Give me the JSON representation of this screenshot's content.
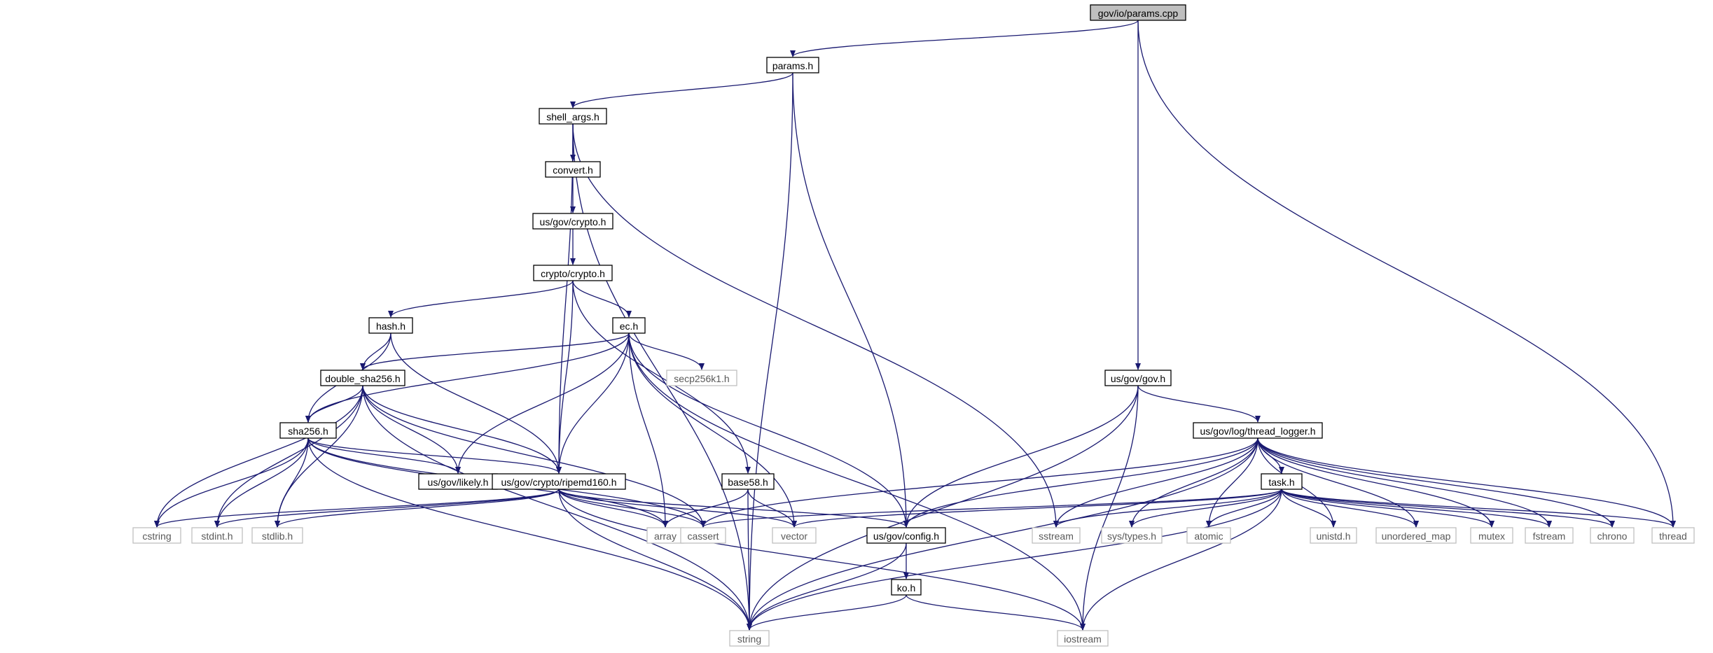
{
  "graph": {
    "nodes": [
      {
        "id": "params_cpp",
        "label": "gov/io/params.cpp",
        "style": "root"
      },
      {
        "id": "params_h",
        "label": "params.h",
        "style": "doc"
      },
      {
        "id": "shell_args_h",
        "label": "shell_args.h",
        "style": "doc"
      },
      {
        "id": "convert_h",
        "label": "convert.h",
        "style": "doc"
      },
      {
        "id": "usgov_crypto_h",
        "label": "us/gov/crypto.h",
        "style": "doc"
      },
      {
        "id": "crypto_crypto_h",
        "label": "crypto/crypto.h",
        "style": "doc"
      },
      {
        "id": "hash_h",
        "label": "hash.h",
        "style": "doc"
      },
      {
        "id": "ec_h",
        "label": "ec.h",
        "style": "doc"
      },
      {
        "id": "secp256k1_h",
        "label": "secp256k1.h",
        "style": "ext"
      },
      {
        "id": "double_sha256_h",
        "label": "double_sha256.h",
        "style": "doc"
      },
      {
        "id": "sha256_h",
        "label": "sha256.h",
        "style": "doc"
      },
      {
        "id": "likely_h",
        "label": "us/gov/likely.h",
        "style": "doc"
      },
      {
        "id": "ripemd160_h",
        "label": "us/gov/crypto/ripemd160.h",
        "style": "doc"
      },
      {
        "id": "base58_h",
        "label": "base58.h",
        "style": "doc"
      },
      {
        "id": "cstring",
        "label": "cstring",
        "style": "ext"
      },
      {
        "id": "stdint_h",
        "label": "stdint.h",
        "style": "ext"
      },
      {
        "id": "stdlib_h",
        "label": "stdlib.h",
        "style": "ext"
      },
      {
        "id": "array",
        "label": "array",
        "style": "ext"
      },
      {
        "id": "cassert",
        "label": "cassert",
        "style": "ext"
      },
      {
        "id": "vector",
        "label": "vector",
        "style": "ext"
      },
      {
        "id": "config_h",
        "label": "us/gov/config.h",
        "style": "doc"
      },
      {
        "id": "ko_h",
        "label": "ko.h",
        "style": "doc"
      },
      {
        "id": "string",
        "label": "string",
        "style": "ext"
      },
      {
        "id": "iostream",
        "label": "iostream",
        "style": "ext"
      },
      {
        "id": "gov_h",
        "label": "us/gov/gov.h",
        "style": "doc"
      },
      {
        "id": "thread_logger_h",
        "label": "us/gov/log/thread_logger.h",
        "style": "doc"
      },
      {
        "id": "task_h",
        "label": "task.h",
        "style": "doc"
      },
      {
        "id": "sstream",
        "label": "sstream",
        "style": "ext"
      },
      {
        "id": "sys_types_h",
        "label": "sys/types.h",
        "style": "ext"
      },
      {
        "id": "atomic",
        "label": "atomic",
        "style": "ext"
      },
      {
        "id": "unistd_h",
        "label": "unistd.h",
        "style": "ext"
      },
      {
        "id": "unordered_map",
        "label": "unordered_map",
        "style": "ext"
      },
      {
        "id": "mutex",
        "label": "mutex",
        "style": "ext"
      },
      {
        "id": "fstream",
        "label": "fstream",
        "style": "ext"
      },
      {
        "id": "chrono",
        "label": "chrono",
        "style": "ext"
      },
      {
        "id": "thread",
        "label": "thread",
        "style": "ext"
      }
    ],
    "edges": [
      [
        "params_cpp",
        "params_h"
      ],
      [
        "params_cpp",
        "gov_h"
      ],
      [
        "params_cpp",
        "thread"
      ],
      [
        "params_h",
        "shell_args_h"
      ],
      [
        "params_h",
        "string"
      ],
      [
        "params_h",
        "config_h"
      ],
      [
        "shell_args_h",
        "convert_h"
      ],
      [
        "shell_args_h",
        "string"
      ],
      [
        "shell_args_h",
        "sstream"
      ],
      [
        "shell_args_h",
        "ripemd160_h"
      ],
      [
        "convert_h",
        "usgov_crypto_h"
      ],
      [
        "usgov_crypto_h",
        "crypto_crypto_h"
      ],
      [
        "crypto_crypto_h",
        "hash_h"
      ],
      [
        "crypto_crypto_h",
        "ec_h"
      ],
      [
        "crypto_crypto_h",
        "ripemd160_h"
      ],
      [
        "crypto_crypto_h",
        "base58_h"
      ],
      [
        "hash_h",
        "double_sha256_h"
      ],
      [
        "hash_h",
        "sha256_h"
      ],
      [
        "hash_h",
        "ripemd160_h"
      ],
      [
        "ec_h",
        "secp256k1_h"
      ],
      [
        "ec_h",
        "double_sha256_h"
      ],
      [
        "ec_h",
        "sha256_h"
      ],
      [
        "ec_h",
        "likely_h"
      ],
      [
        "ec_h",
        "ripemd160_h"
      ],
      [
        "ec_h",
        "array"
      ],
      [
        "ec_h",
        "vector"
      ],
      [
        "ec_h",
        "config_h"
      ],
      [
        "ec_h",
        "iostream"
      ],
      [
        "double_sha256_h",
        "sha256_h"
      ],
      [
        "double_sha256_h",
        "likely_h"
      ],
      [
        "double_sha256_h",
        "ripemd160_h"
      ],
      [
        "double_sha256_h",
        "cstring"
      ],
      [
        "double_sha256_h",
        "stdint_h"
      ],
      [
        "double_sha256_h",
        "stdlib_h"
      ],
      [
        "double_sha256_h",
        "cassert"
      ],
      [
        "double_sha256_h",
        "string"
      ],
      [
        "sha256_h",
        "likely_h"
      ],
      [
        "sha256_h",
        "ripemd160_h"
      ],
      [
        "sha256_h",
        "cstring"
      ],
      [
        "sha256_h",
        "stdint_h"
      ],
      [
        "sha256_h",
        "stdlib_h"
      ],
      [
        "sha256_h",
        "array"
      ],
      [
        "sha256_h",
        "cassert"
      ],
      [
        "sha256_h",
        "string"
      ],
      [
        "ripemd160_h",
        "cstring"
      ],
      [
        "ripemd160_h",
        "stdint_h"
      ],
      [
        "ripemd160_h",
        "stdlib_h"
      ],
      [
        "ripemd160_h",
        "array"
      ],
      [
        "ripemd160_h",
        "cassert"
      ],
      [
        "ripemd160_h",
        "vector"
      ],
      [
        "ripemd160_h",
        "config_h"
      ],
      [
        "ripemd160_h",
        "string"
      ],
      [
        "ripemd160_h",
        "iostream"
      ],
      [
        "base58_h",
        "array"
      ],
      [
        "base58_h",
        "vector"
      ],
      [
        "base58_h",
        "string"
      ],
      [
        "config_h",
        "ko_h"
      ],
      [
        "config_h",
        "string"
      ],
      [
        "ko_h",
        "string"
      ],
      [
        "ko_h",
        "iostream"
      ],
      [
        "gov_h",
        "thread_logger_h"
      ],
      [
        "gov_h",
        "config_h"
      ],
      [
        "gov_h",
        "string"
      ],
      [
        "gov_h",
        "iostream"
      ],
      [
        "thread_logger_h",
        "task_h"
      ],
      [
        "thread_logger_h",
        "cassert"
      ],
      [
        "thread_logger_h",
        "config_h"
      ],
      [
        "thread_logger_h",
        "string"
      ],
      [
        "thread_logger_h",
        "sstream"
      ],
      [
        "thread_logger_h",
        "sys_types_h"
      ],
      [
        "thread_logger_h",
        "atomic"
      ],
      [
        "thread_logger_h",
        "unistd_h"
      ],
      [
        "thread_logger_h",
        "unordered_map"
      ],
      [
        "thread_logger_h",
        "mutex"
      ],
      [
        "thread_logger_h",
        "fstream"
      ],
      [
        "thread_logger_h",
        "chrono"
      ],
      [
        "thread_logger_h",
        "thread"
      ],
      [
        "task_h",
        "cassert"
      ],
      [
        "task_h",
        "vector"
      ],
      [
        "task_h",
        "string"
      ],
      [
        "task_h",
        "iostream"
      ],
      [
        "task_h",
        "sstream"
      ],
      [
        "task_h",
        "sys_types_h"
      ],
      [
        "task_h",
        "atomic"
      ],
      [
        "task_h",
        "unistd_h"
      ],
      [
        "task_h",
        "unordered_map"
      ],
      [
        "task_h",
        "mutex"
      ],
      [
        "task_h",
        "fstream"
      ],
      [
        "task_h",
        "chrono"
      ],
      [
        "task_h",
        "thread"
      ]
    ]
  },
  "colors": {
    "edge": "#191970",
    "root_fill": "#bfbfbf",
    "root_stroke": "#000000",
    "doc_fill": "#ffffff",
    "doc_stroke": "#000000",
    "ext_fill": "#ffffff",
    "ext_stroke": "#bfbfbf",
    "ext_text": "#595959",
    "text": "#000000"
  }
}
